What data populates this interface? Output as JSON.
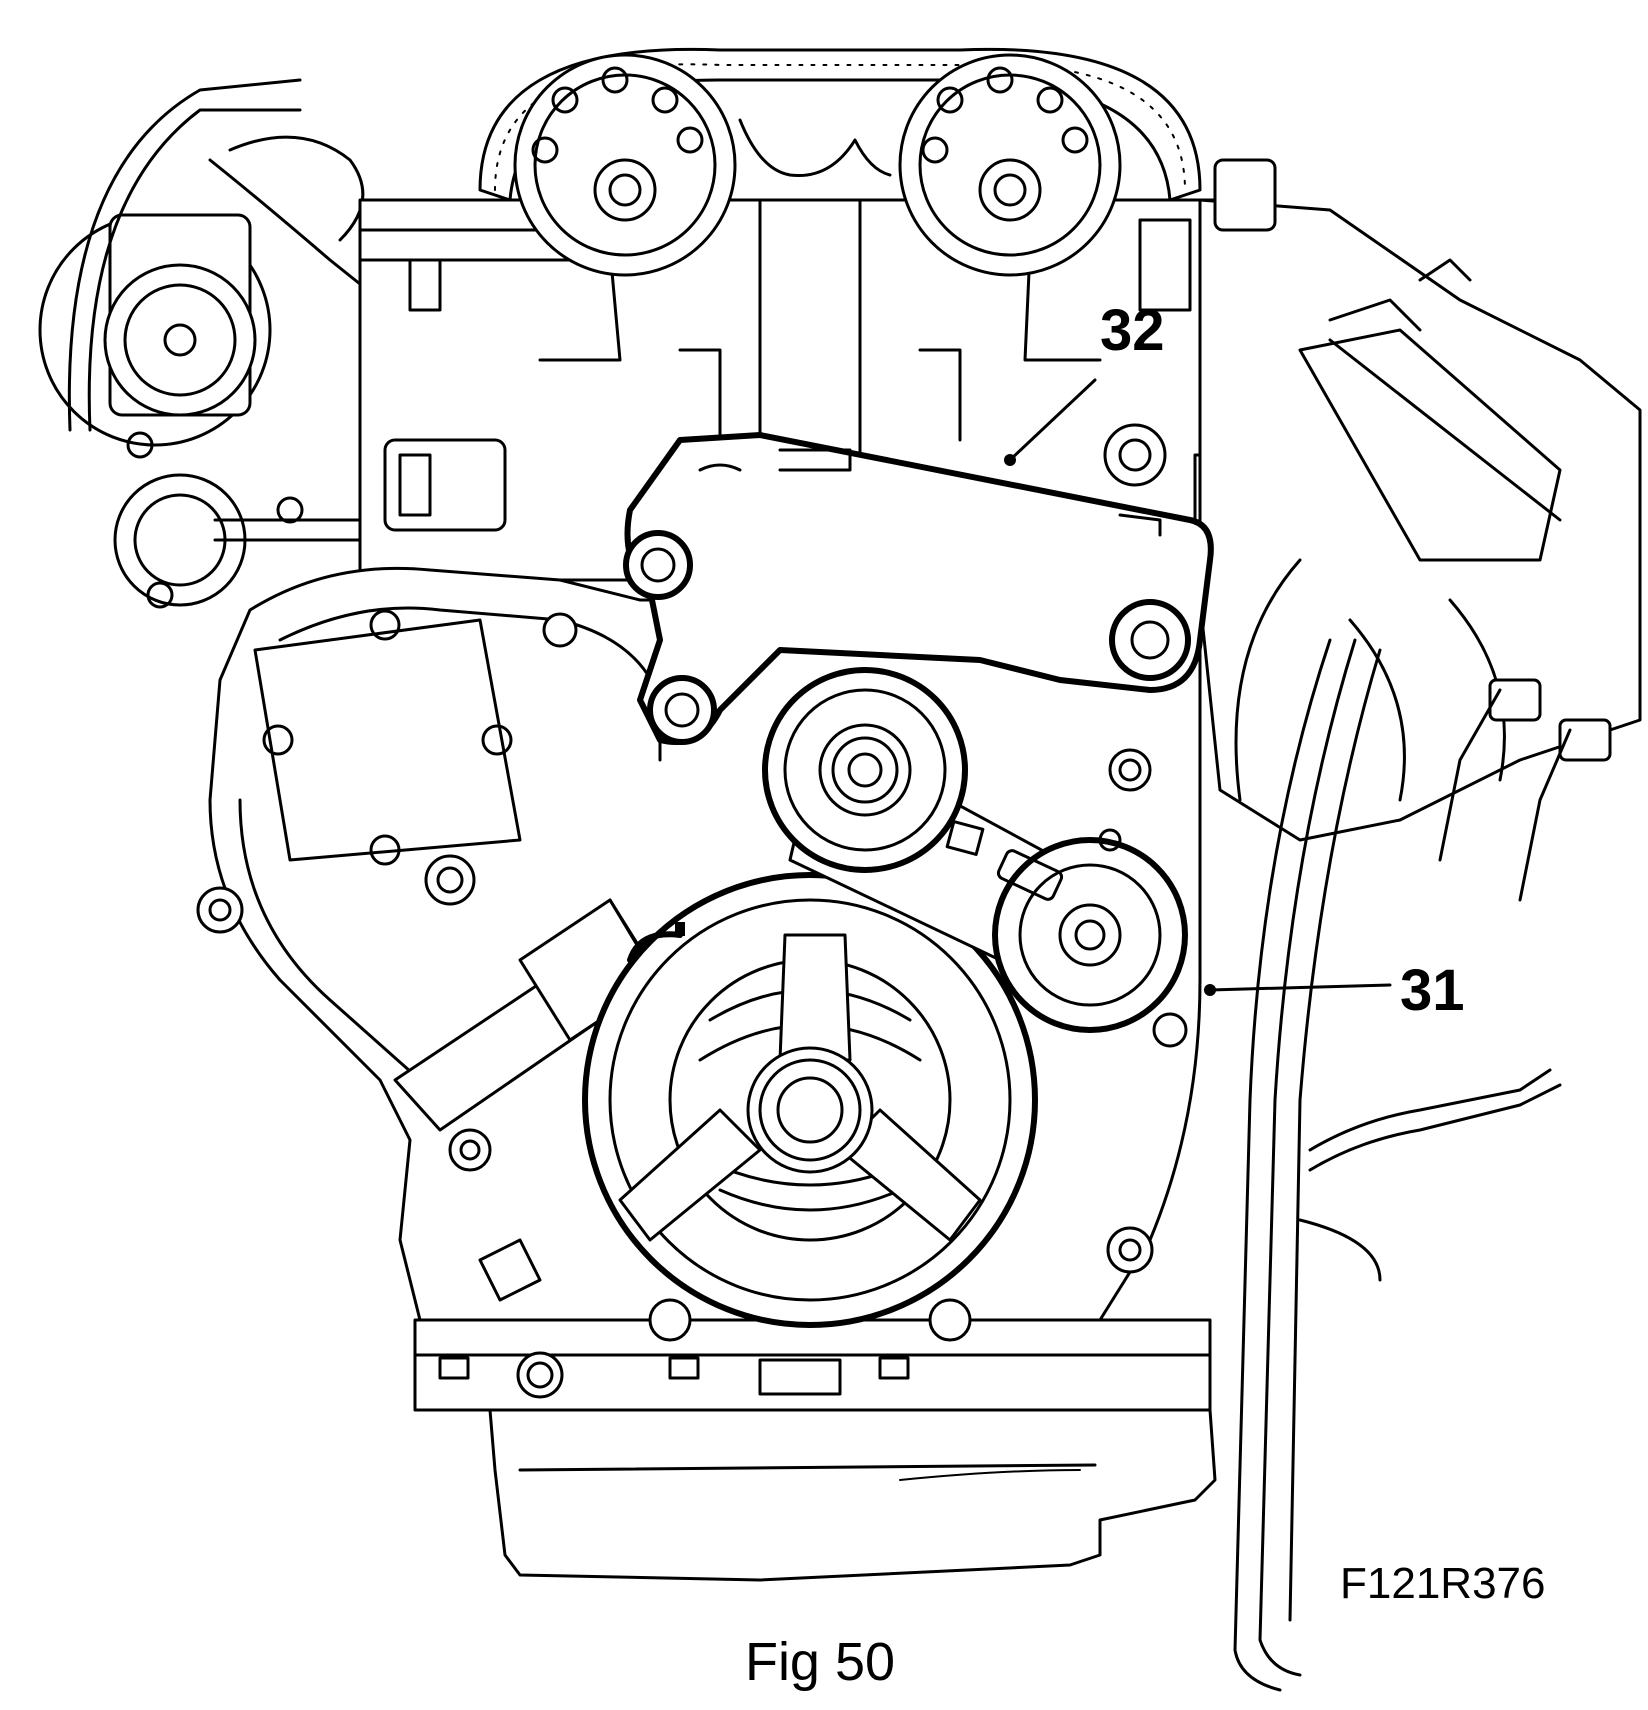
{
  "figure": {
    "caption": "Fig 50",
    "reference_code": "F121R376"
  },
  "callouts": [
    {
      "id": "32",
      "label": "32"
    },
    {
      "id": "31",
      "label": "31"
    }
  ],
  "colors": {
    "line": "#000000",
    "background": "#ffffff"
  }
}
